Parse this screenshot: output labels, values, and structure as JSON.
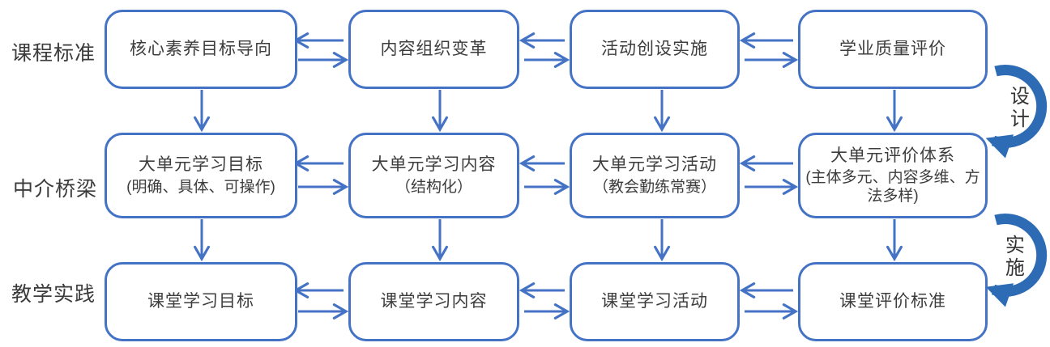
{
  "diagram": {
    "rows": [
      {
        "label": "课程标准",
        "nodes": [
          {
            "title": "核心素养目标导向"
          },
          {
            "title": "内容组织变革"
          },
          {
            "title": "活动创设实施"
          },
          {
            "title": "学业质量评价"
          }
        ]
      },
      {
        "label": "中介桥梁",
        "nodes": [
          {
            "title": "大单元学习目标",
            "subtitle": "(明确、具体、可操作)"
          },
          {
            "title": "大单元学习内容",
            "subtitle": "（结构化）"
          },
          {
            "title": "大单元学习活动",
            "subtitle": "（教会勤练常赛）"
          },
          {
            "title": "大单元评价体系",
            "subtitle": "(主体多元、内容多维、方法多样)"
          }
        ]
      },
      {
        "label": "教学实践",
        "nodes": [
          {
            "title": "课堂学习目标"
          },
          {
            "title": "课堂学习内容"
          },
          {
            "title": "课堂学习活动"
          },
          {
            "title": "课堂评价标准"
          }
        ]
      }
    ],
    "side_arrows": [
      {
        "label": "设计"
      },
      {
        "label": "实施"
      }
    ],
    "colors": {
      "line": "#4472C4",
      "curve": "#2D6CB5",
      "text": "#3D3D3D"
    }
  }
}
